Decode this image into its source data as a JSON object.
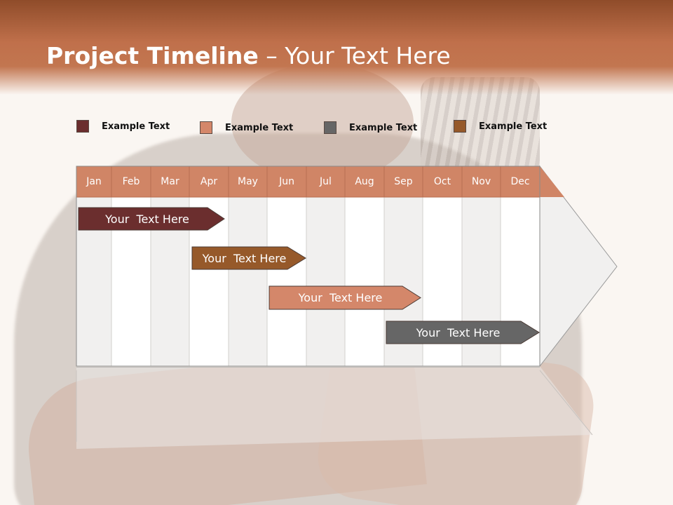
{
  "slide": {
    "title_bold": "Project Timeline",
    "title_rest": " – Your Text Here"
  },
  "legend": [
    {
      "label": "Example Text",
      "color": "#6b2e2e"
    },
    {
      "label": "Example Text",
      "color": "#d4876a"
    },
    {
      "label": "Example Text",
      "color": "#666666"
    },
    {
      "label": "Example Text",
      "color": "#96592a"
    }
  ],
  "months": [
    "Jan",
    "Feb",
    "Mar",
    "Apr",
    "May",
    "Jun",
    "Jul",
    "Aug",
    "Sep",
    "Oct",
    "Nov",
    "Dec"
  ],
  "colors": {
    "header_accent": "#c0704b",
    "month_fill": "#d08566",
    "grid_light": "#f1f0ef",
    "grid_white": "#ffffff"
  },
  "tasks": [
    {
      "label": "Your  Text Here",
      "start_month": "Jan",
      "end_month": "Apr",
      "color": "#6b2e2e"
    },
    {
      "label": "Your  Text Here",
      "start_month": "Apr",
      "end_month": "Jun",
      "color": "#96592a"
    },
    {
      "label": "Your  Text Here",
      "start_month": "Jun",
      "end_month": "Sep",
      "color": "#d4876a"
    },
    {
      "label": "Your  Text Here",
      "start_month": "Sep",
      "end_month": "Dec",
      "color": "#666666"
    }
  ]
}
